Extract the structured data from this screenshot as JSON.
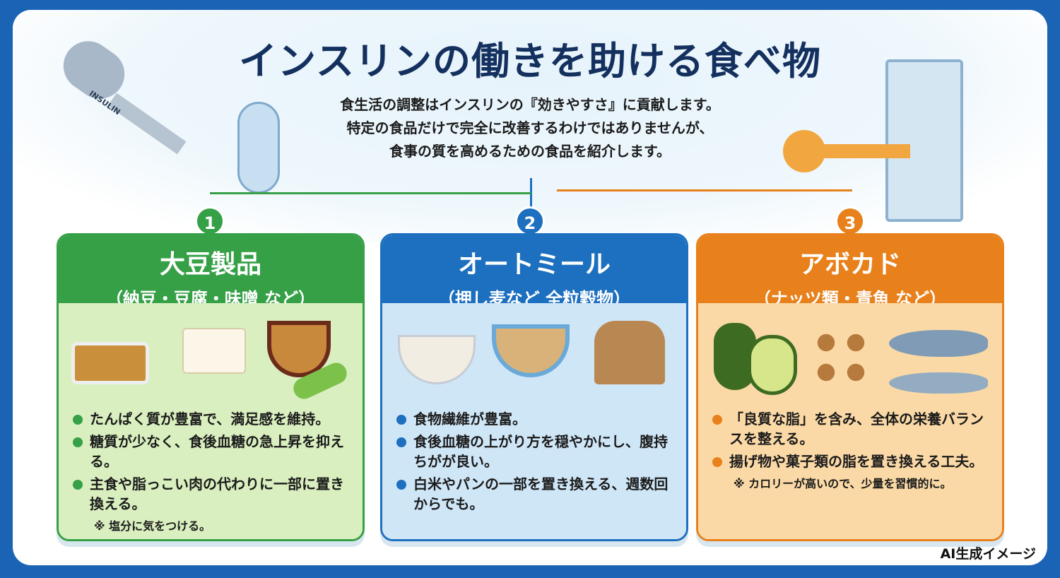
{
  "title": "インスリンの働きを助ける食べ物",
  "intro": [
    "食生活の調整はインスリンの『効きやすさ』に貢献します。",
    "特定の食品だけで完全に改善するわけではありませんが、",
    "食事の質を高めるための食品を紹介します。"
  ],
  "key_label": "INSULIN",
  "colors": {
    "green": "#36a047",
    "blue": "#1d6fbf",
    "orange": "#e8811c",
    "navy": "#14305e"
  },
  "panels": [
    {
      "number": "1",
      "title": "大豆製品",
      "subtitle": "（納豆・豆腐・味噌 など）",
      "bullets": [
        "たんぱく質が豊富で、満足感を維持。",
        "糖質が少なく、食後血糖の急上昇を抑える。",
        "主食や脂っこい肉の代わりに一部に置き換える。"
      ],
      "note": "※ 塩分に気をつける。"
    },
    {
      "number": "2",
      "title": "オートミール",
      "subtitle": "（押し麦など 全粒穀物）",
      "bullets": [
        "食物繊維が豊富。",
        "食後血糖の上がり方を穏やかにし、腹持ちがが良い。",
        "白米やパンの一部を置き換える、週数回からでも。"
      ]
    },
    {
      "number": "3",
      "title": "アボカド",
      "subtitle": "（ナッツ類・青魚 など）",
      "bullets": [
        "「良質な脂」を含み、全体の栄養バランスを整える。",
        "揚げ物や菓子類の脂を置き換える工夫。"
      ],
      "note": "※ カロリーが高いので、少量を習慣的に。"
    }
  ],
  "footer": "AI生成イメージ"
}
